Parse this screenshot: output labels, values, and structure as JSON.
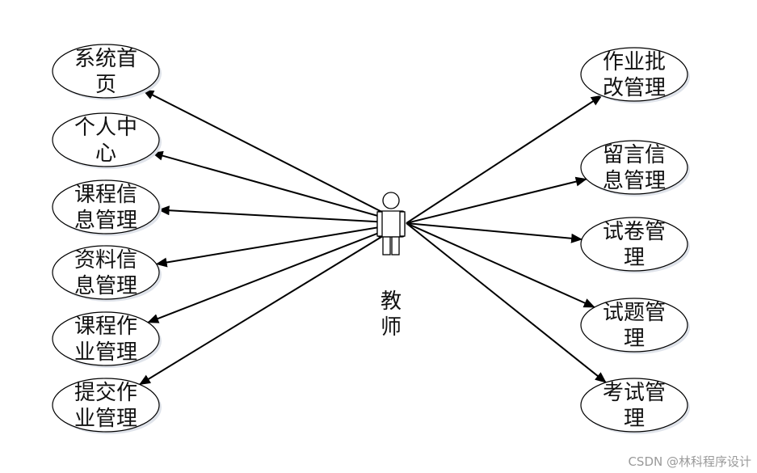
{
  "actor": {
    "label": "教师"
  },
  "use_cases_left": [
    {
      "lines": [
        "系统首",
        "页"
      ]
    },
    {
      "lines": [
        "个人中",
        "心"
      ]
    },
    {
      "lines": [
        "课程信",
        "息管理"
      ]
    },
    {
      "lines": [
        "资料信",
        "息管理"
      ]
    },
    {
      "lines": [
        "课程作",
        "业管理"
      ]
    },
    {
      "lines": [
        "提交作",
        "业管理"
      ]
    }
  ],
  "use_cases_right": [
    {
      "lines": [
        "作业批",
        "改管理"
      ]
    },
    {
      "lines": [
        "留言信",
        "息管理"
      ]
    },
    {
      "lines": [
        "试卷管",
        "理"
      ]
    },
    {
      "lines": [
        "试题管",
        "理"
      ]
    },
    {
      "lines": [
        "考试管",
        "理"
      ]
    }
  ],
  "watermark": "CSDN @林科程序设计",
  "colors": {
    "stroke": "#000000",
    "ellipse_fill": "#ffffff",
    "ellipse_shadow": "#dfe3ea",
    "watermark": "#9a9a9a"
  }
}
